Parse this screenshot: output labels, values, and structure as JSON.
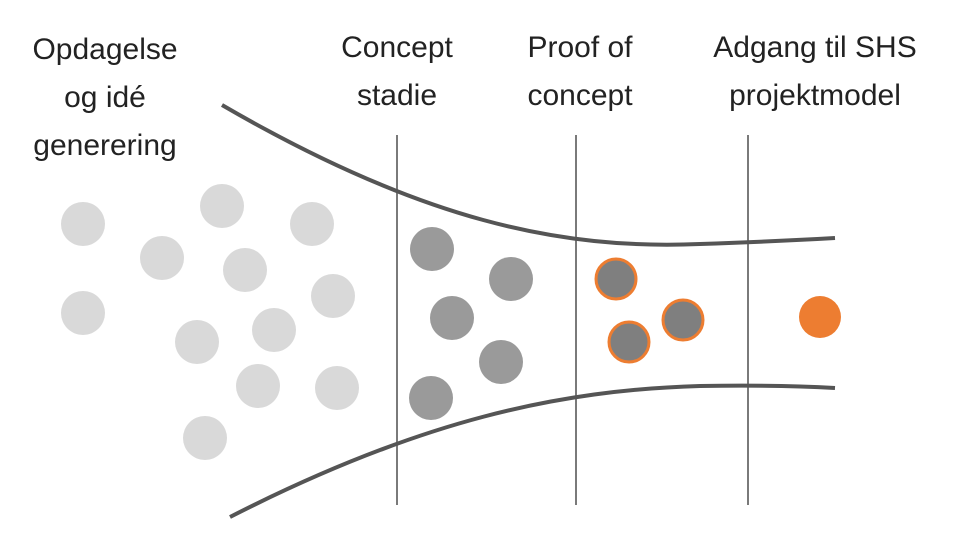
{
  "stages": [
    {
      "lines": [
        "Opdagelse",
        "og idé",
        "generering"
      ]
    },
    {
      "lines": [
        "Concept",
        "stadie"
      ]
    },
    {
      "lines": [
        "Proof of",
        "concept"
      ]
    },
    {
      "lines": [
        "Adgang til SHS",
        "projektmodel"
      ]
    }
  ],
  "colors": {
    "idea": "#d9d9d9",
    "concept": "#999999",
    "proof": "#7f7f7f",
    "accent": "#ed7d31",
    "line": "#555555"
  }
}
